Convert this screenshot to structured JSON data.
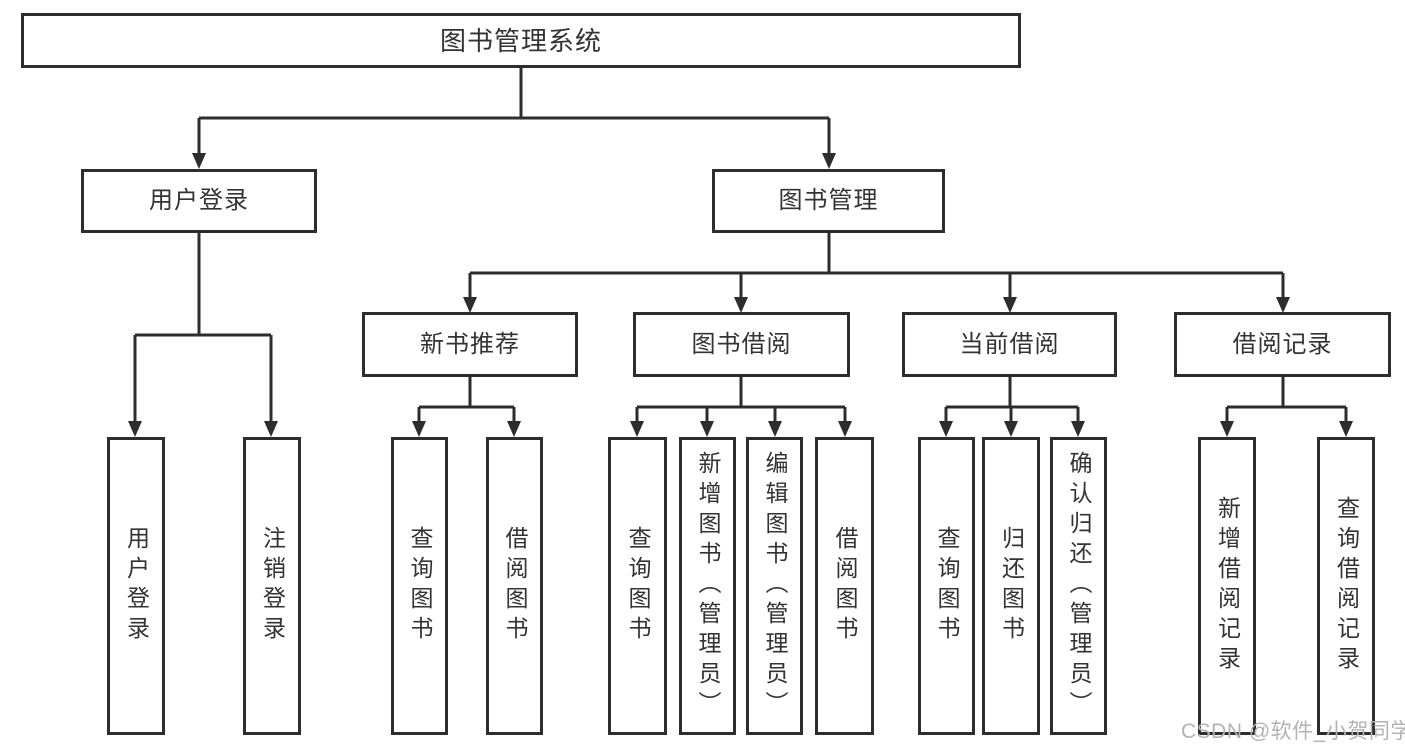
{
  "diagram": {
    "type": "hierarchy-tree",
    "tree": {
      "label": "图书管理系统",
      "children": [
        {
          "label": "用户登录",
          "children": [
            {
              "label": "用户登录"
            },
            {
              "label": "注销登录"
            }
          ]
        },
        {
          "label": "图书管理",
          "children": [
            {
              "label": "新书推荐",
              "children": [
                {
                  "label": "查询图书"
                },
                {
                  "label": "借阅图书"
                }
              ]
            },
            {
              "label": "图书借阅",
              "children": [
                {
                  "label": "查询图书"
                },
                {
                  "label": "新增图书（管理员）"
                },
                {
                  "label": "编辑图书（管理员）"
                },
                {
                  "label": "借阅图书"
                }
              ]
            },
            {
              "label": "当前借阅",
              "children": [
                {
                  "label": "查询图书"
                },
                {
                  "label": "归还图书"
                },
                {
                  "label": "确认归还（管理员）"
                }
              ]
            },
            {
              "label": "借阅记录",
              "children": [
                {
                  "label": "新增借阅记录"
                },
                {
                  "label": "查询借阅记录"
                }
              ]
            }
          ]
        }
      ]
    },
    "colors": {
      "line": "#2d2d2d",
      "text": "#333333",
      "box_background": "#ffffff",
      "watermark_text": "#b5b2b4"
    }
  },
  "watermark": {
    "text": "CSDN @软件_小贺同学"
  }
}
